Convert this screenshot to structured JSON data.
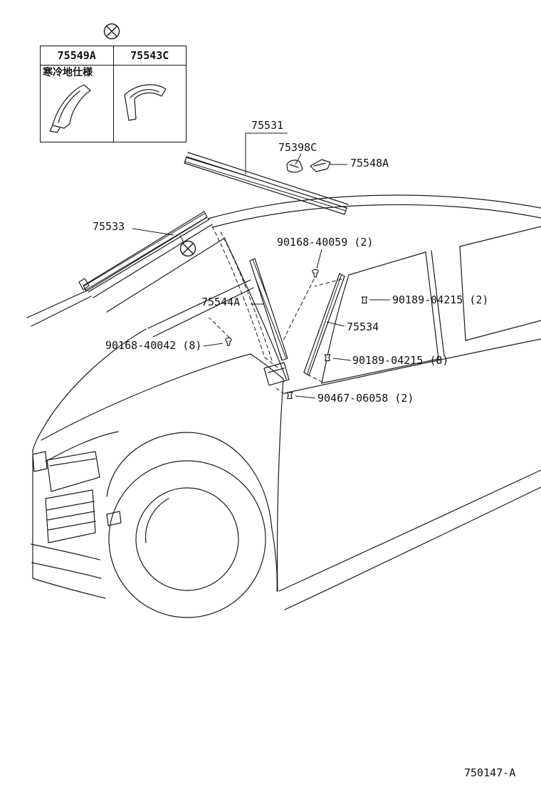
{
  "page": {
    "background_color": "#ffffff",
    "line_color": "#1a1a1a"
  },
  "icons": {
    "variant_marker": "circled-x",
    "screw_symbol": "screw",
    "clip_symbol": "clip"
  },
  "inset_table": {
    "headers": [
      "75549A",
      "75543C"
    ],
    "spec_label": "寒冷地仕様",
    "cells": [
      "moulding-end-piece-shape",
      "moulding-hook-piece-shape"
    ]
  },
  "part_labels": {
    "m75531": "75531",
    "c75398": "75398C",
    "b75548": "75548A",
    "m75533": "75533",
    "s40059": "90168-40059 (2)",
    "m75544": "75544A",
    "c90189_2": "90189-04215 (2)",
    "m75534": "75534",
    "s40042": "90168-40042 (8)",
    "c90189_8": "90189-04215 (8)",
    "c90467": "90467-06058 (2)"
  },
  "footer": {
    "diagram_code": "750147-A"
  }
}
